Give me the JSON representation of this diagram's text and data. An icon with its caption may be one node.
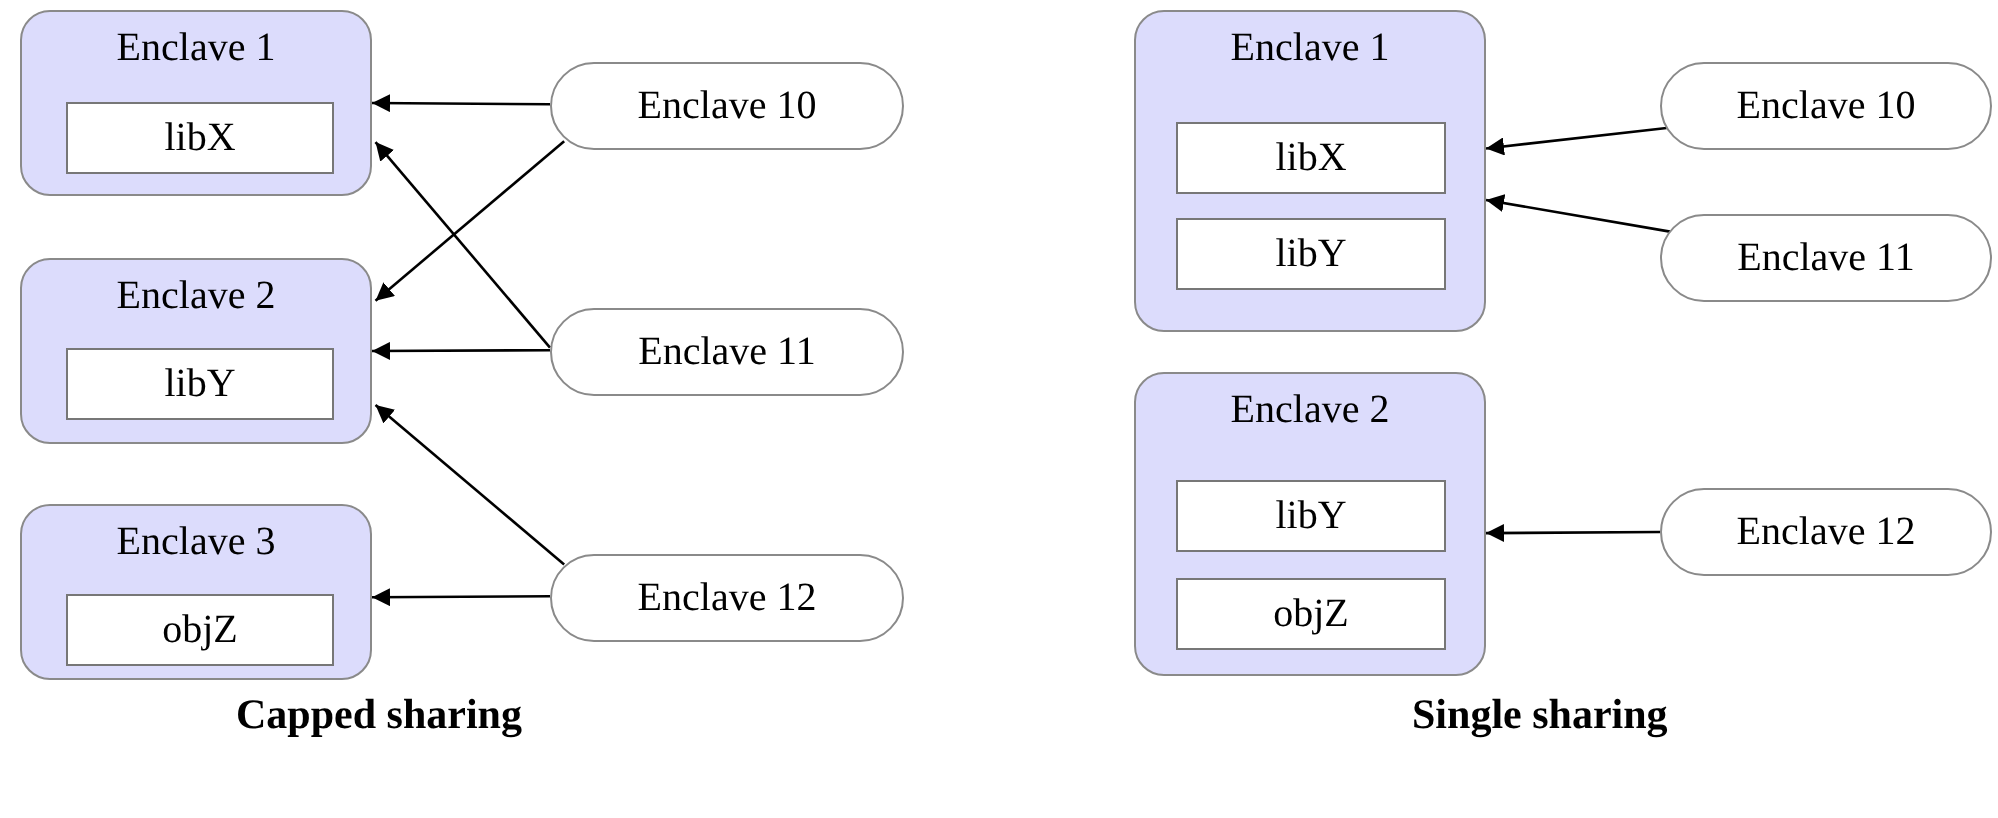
{
  "diagram": {
    "nodes": [
      {
        "text": [
          "Enclave 1"
        ]
      },
      {
        "text": [
          "libX"
        ],
        "in": 0
      },
      {
        "text": [
          "Enclave 2"
        ]
      },
      {
        "text": [
          "libY"
        ],
        "in": 2
      },
      {
        "text": [
          "Enclave 3"
        ]
      },
      {
        "text": [
          "objZ"
        ],
        "in": 4
      },
      {
        "text": [
          "Enclave 10"
        ]
      },
      {
        "text": [
          "Enclave 11"
        ]
      },
      {
        "text": [
          "Enclave 12"
        ]
      },
      {
        "text": [
          "Enclave 1"
        ]
      },
      {
        "text": [
          "libX"
        ],
        "in": 9
      },
      {
        "text": [
          "libY"
        ],
        "in": 9
      },
      {
        "text": [
          "Enclave 2"
        ]
      },
      {
        "text": [
          "libY"
        ],
        "in": 12
      },
      {
        "text": [
          "objZ"
        ],
        "in": 12
      },
      {
        "text": [
          "Enclave 10"
        ]
      },
      {
        "text": [
          "Enclave 11"
        ]
      },
      {
        "text": [
          "Enclave 12"
        ]
      }
    ],
    "edges": [
      {
        "from": 6,
        "to": 0,
        "arrow": "to"
      },
      {
        "from": 6,
        "to": 2,
        "arrow": "to"
      },
      {
        "from": 7,
        "to": 0,
        "arrow": "to"
      },
      {
        "from": 7,
        "to": 2,
        "arrow": "to"
      },
      {
        "from": 8,
        "to": 2,
        "arrow": "to"
      },
      {
        "from": 8,
        "to": 4,
        "arrow": "to"
      },
      {
        "from": 15,
        "to": 9,
        "arrow": "to"
      },
      {
        "from": 16,
        "to": 9,
        "arrow": "to"
      },
      {
        "from": 17,
        "to": 12,
        "arrow": "to"
      }
    ],
    "labels": [
      "Capped sharing",
      "Single sharing"
    ]
  }
}
